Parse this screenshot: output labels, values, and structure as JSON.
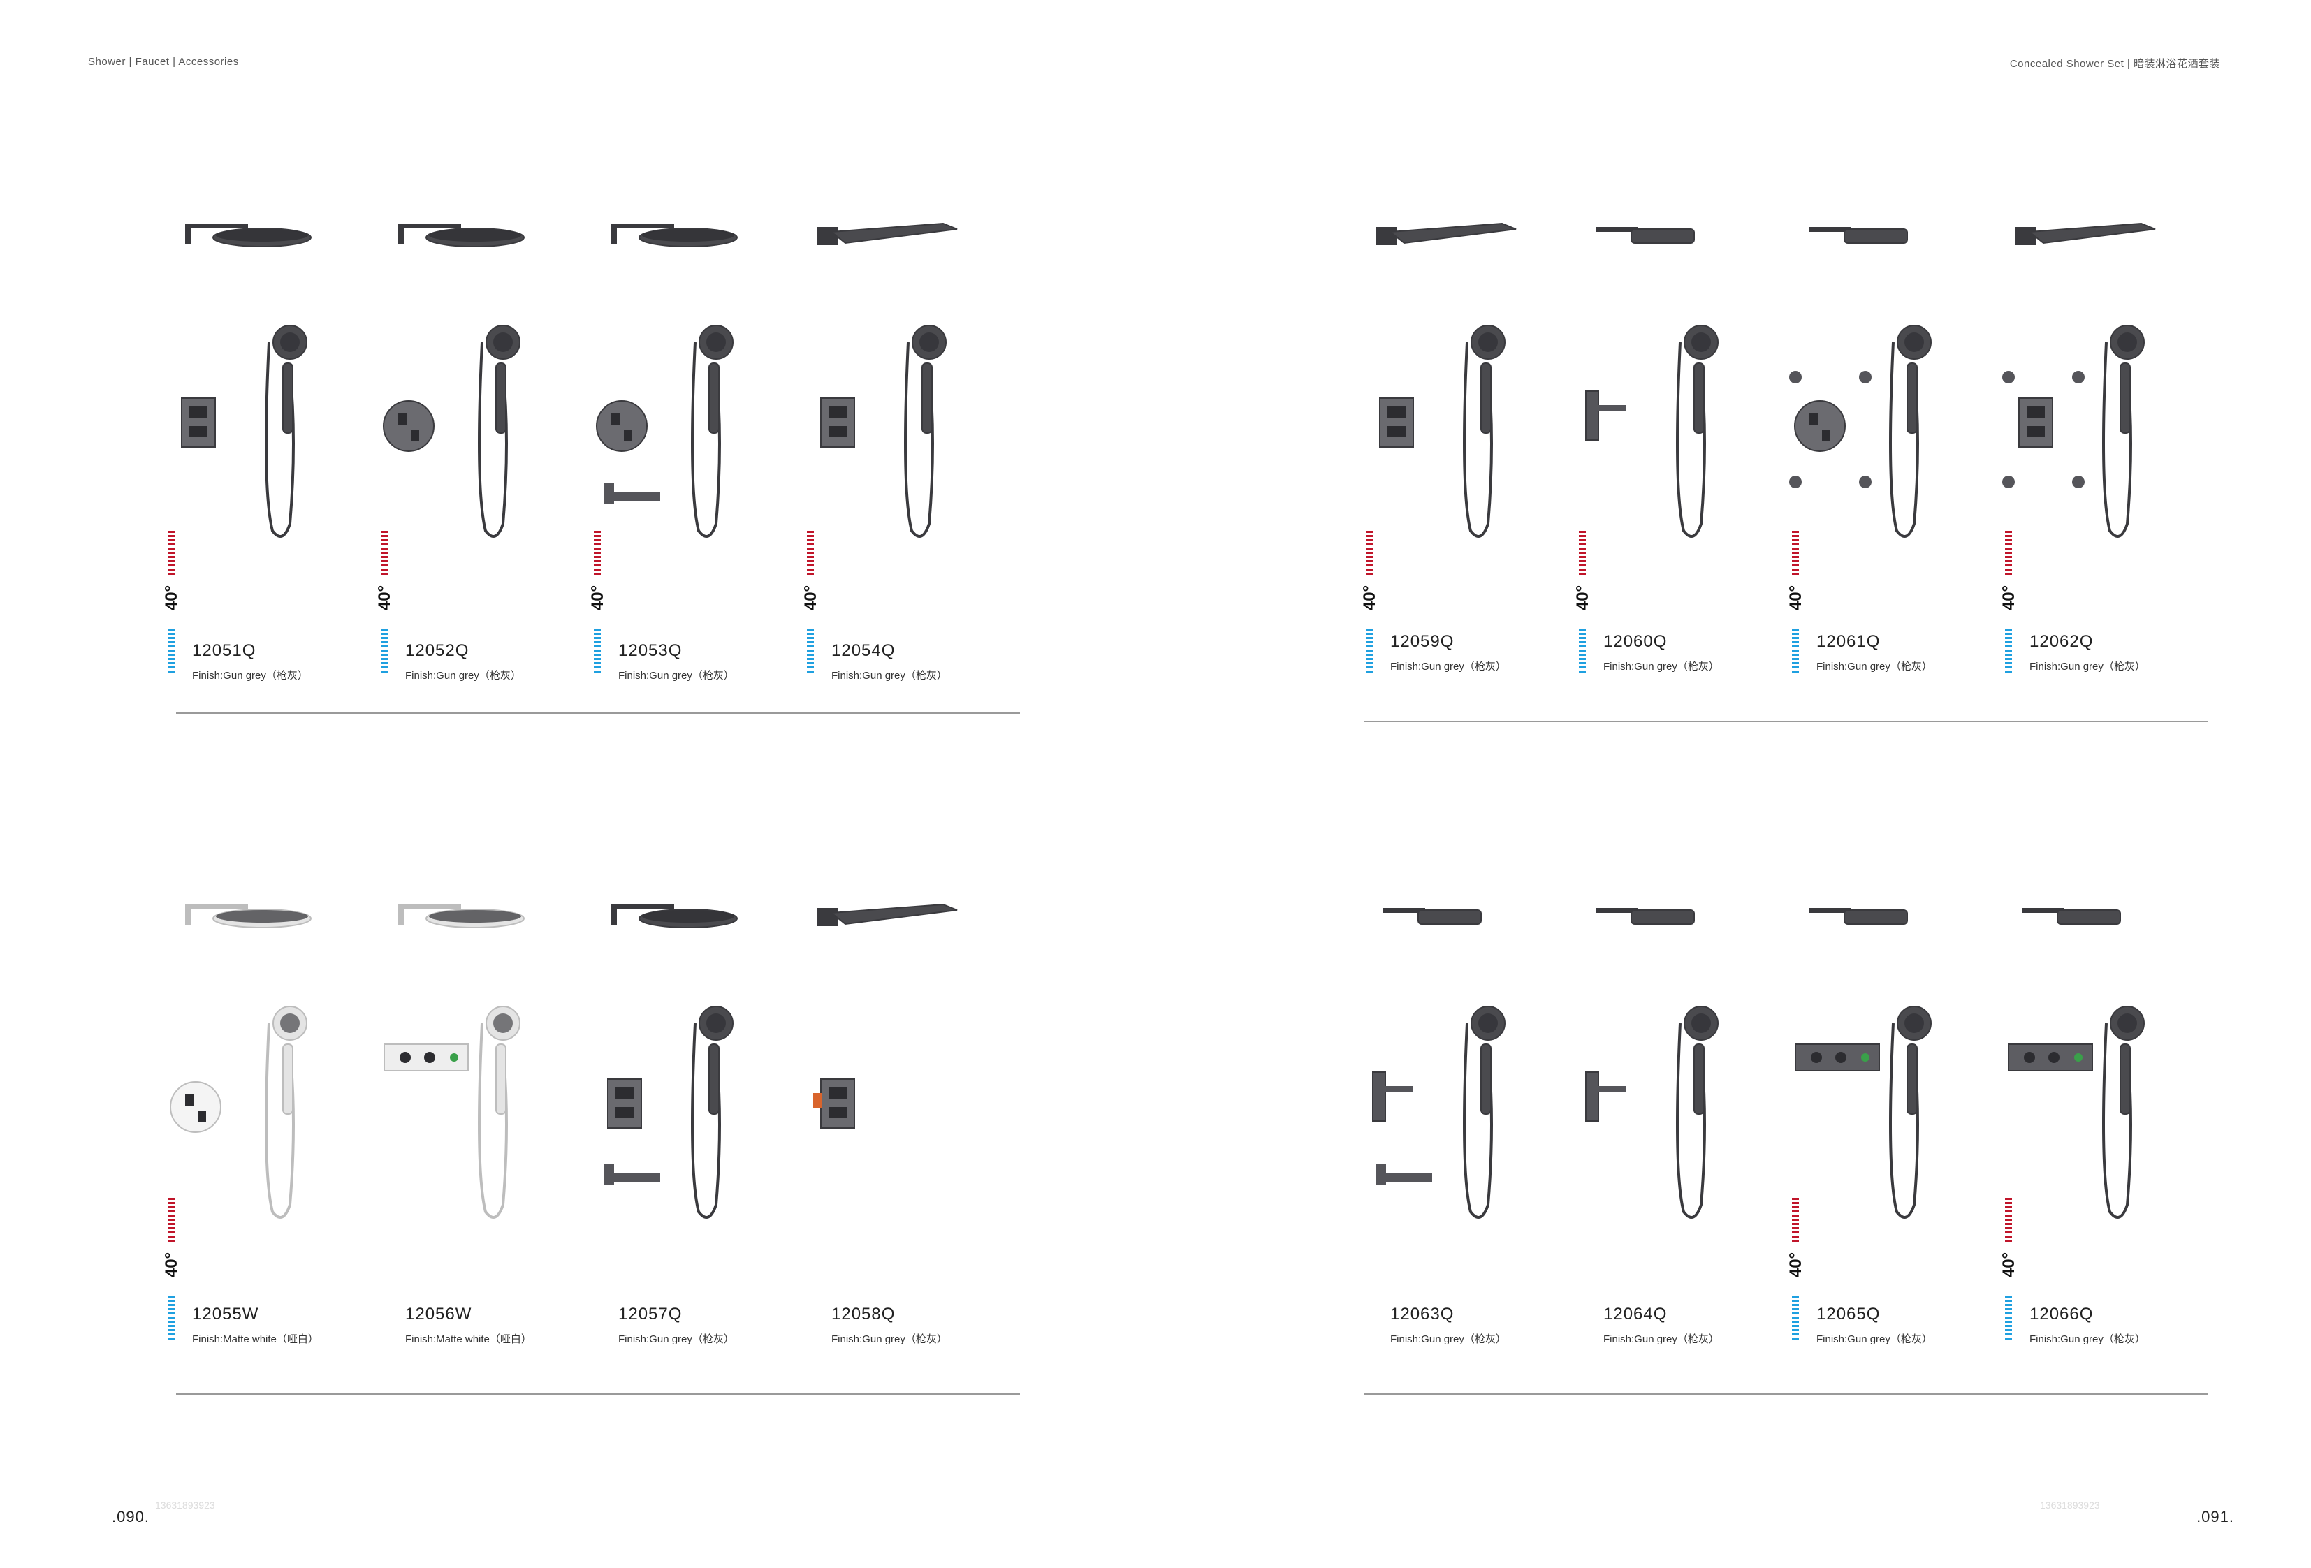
{
  "header": {
    "left": "Shower | Faucet | Accessories",
    "right": "Concealed Shower Set | 暗装淋浴花洒套装"
  },
  "pages": {
    "left": ".090.",
    "right": ".091."
  },
  "watermarks": [
    "13631893923",
    "13631893923"
  ],
  "temp_label": "40°",
  "products": [
    {
      "code": "12051Q",
      "finish": "Finish:Gun grey（枪灰）",
      "color": "gun-grey"
    },
    {
      "code": "12052Q",
      "finish": "Finish:Gun grey（枪灰）",
      "color": "gun-grey"
    },
    {
      "code": "12053Q",
      "finish": "Finish:Gun grey（枪灰）",
      "color": "gun-grey"
    },
    {
      "code": "12054Q",
      "finish": "Finish:Gun grey（枪灰）",
      "color": "gun-grey"
    },
    {
      "code": "12059Q",
      "finish": "Finish:Gun grey（枪灰）",
      "color": "gun-grey"
    },
    {
      "code": "12060Q",
      "finish": "Finish:Gun grey（枪灰）",
      "color": "gun-grey"
    },
    {
      "code": "12061Q",
      "finish": "Finish:Gun grey（枪灰）",
      "color": "gun-grey"
    },
    {
      "code": "12062Q",
      "finish": "Finish:Gun grey（枪灰）",
      "color": "gun-grey"
    },
    {
      "code": "12055W",
      "finish": "Finish:Matte white（哑白）",
      "color": "matte-white"
    },
    {
      "code": "12056W",
      "finish": "Finish:Matte white（哑白）",
      "color": "matte-white"
    },
    {
      "code": "12057Q",
      "finish": "Finish:Gun grey（枪灰）",
      "color": "gun-grey"
    },
    {
      "code": "12058Q",
      "finish": "Finish:Gun grey（枪灰）",
      "color": "gun-grey"
    },
    {
      "code": "12063Q",
      "finish": "Finish:Gun grey（枪灰）",
      "color": "gun-grey"
    },
    {
      "code": "12064Q",
      "finish": "Finish:Gun grey（枪灰）",
      "color": "gun-grey"
    },
    {
      "code": "12065Q",
      "finish": "Finish:Gun grey（枪灰）",
      "color": "gun-grey"
    },
    {
      "code": "12066Q",
      "finish": "Finish:Gun grey（枪灰）",
      "color": "gun-grey"
    }
  ],
  "colors": {
    "gun_grey": "#5a5a5e",
    "matte_white": "#f2f2f2",
    "hot": "#c0152a",
    "cold": "#1fa0e0"
  }
}
